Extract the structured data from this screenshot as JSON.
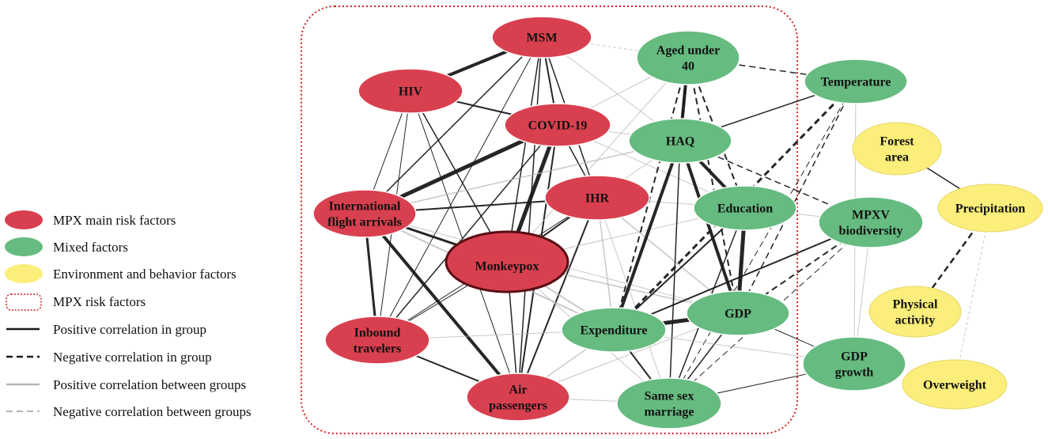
{
  "colors": {
    "main": "#d9404f",
    "mixed": "#66bb80",
    "env": "#fbee7a",
    "boundary": "#d42020",
    "line_in": "#1a1a1a",
    "line_between": "#b5b5b5"
  },
  "legend": {
    "main": "MPX main risk factors",
    "mixed": "Mixed factors",
    "env": "Environment and behavior factors",
    "boundary": "MPX risk factors",
    "pos_in": "Positive correlation in group",
    "neg_in": "Negative correlation in group",
    "pos_between": "Positive correlation between groups",
    "neg_between": "Negative correlation between groups"
  },
  "nodes": [
    {
      "id": "msm",
      "group": "main",
      "lines": [
        "MSM"
      ]
    },
    {
      "id": "hiv",
      "group": "main",
      "lines": [
        "HIV"
      ]
    },
    {
      "id": "covid",
      "group": "main",
      "lines": [
        "COVID-19"
      ]
    },
    {
      "id": "ihr",
      "group": "main",
      "lines": [
        "IHR"
      ]
    },
    {
      "id": "intl",
      "group": "main",
      "lines": [
        "International",
        "flight arrivals"
      ]
    },
    {
      "id": "monkeypox",
      "group": "center",
      "lines": [
        "Monkeypox"
      ]
    },
    {
      "id": "inbound",
      "group": "main",
      "lines": [
        "Inbound",
        "travelers"
      ]
    },
    {
      "id": "air",
      "group": "main",
      "lines": [
        "Air",
        "passengers"
      ]
    },
    {
      "id": "aged",
      "group": "mixed",
      "lines": [
        "Aged under",
        "40"
      ]
    },
    {
      "id": "haq",
      "group": "mixed",
      "lines": [
        "HAQ"
      ]
    },
    {
      "id": "education",
      "group": "mixed",
      "lines": [
        "Education"
      ]
    },
    {
      "id": "expenditure",
      "group": "mixed",
      "lines": [
        "Expenditure"
      ]
    },
    {
      "id": "gdp",
      "group": "mixed",
      "lines": [
        "GDP"
      ]
    },
    {
      "id": "samesex",
      "group": "mixed",
      "lines": [
        "Same  sex",
        "marriage"
      ]
    },
    {
      "id": "temperature",
      "group": "mixed",
      "lines": [
        "Temperature"
      ]
    },
    {
      "id": "mpxv",
      "group": "mixed",
      "lines": [
        "MPXV",
        "biodiversity"
      ]
    },
    {
      "id": "gdpgrowth",
      "group": "mixed",
      "lines": [
        "GDP",
        "growth"
      ]
    },
    {
      "id": "forest",
      "group": "env",
      "lines": [
        "Forest",
        "area"
      ]
    },
    {
      "id": "precip",
      "group": "env",
      "lines": [
        "Precipitation"
      ]
    },
    {
      "id": "physical",
      "group": "env",
      "lines": [
        "Physical",
        "activity"
      ]
    },
    {
      "id": "overweight",
      "group": "env",
      "lines": [
        "Overweight"
      ]
    }
  ],
  "edges": [
    {
      "a": "msm",
      "b": "hiv",
      "kind": "pos_in",
      "w": 4
    },
    {
      "a": "msm",
      "b": "covid",
      "kind": "pos_in",
      "w": 2
    },
    {
      "a": "msm",
      "b": "intl",
      "kind": "pos_in",
      "w": 1.5
    },
    {
      "a": "msm",
      "b": "monkeypox",
      "kind": "pos_in",
      "w": 1.5
    },
    {
      "a": "msm",
      "b": "air",
      "kind": "pos_in",
      "w": 1.5
    },
    {
      "a": "msm",
      "b": "ihr",
      "kind": "pos_in",
      "w": 1.5
    },
    {
      "a": "msm",
      "b": "inbound",
      "kind": "pos_in",
      "w": 1
    },
    {
      "a": "hiv",
      "b": "covid",
      "kind": "pos_in",
      "w": 2
    },
    {
      "a": "hiv",
      "b": "intl",
      "kind": "pos_in",
      "w": 1
    },
    {
      "a": "hiv",
      "b": "monkeypox",
      "kind": "pos_in",
      "w": 1.5
    },
    {
      "a": "hiv",
      "b": "inbound",
      "kind": "pos_in",
      "w": 1
    },
    {
      "a": "hiv",
      "b": "air",
      "kind": "pos_in",
      "w": 1
    },
    {
      "a": "covid",
      "b": "intl",
      "kind": "pos_in",
      "w": 5
    },
    {
      "a": "covid",
      "b": "monkeypox",
      "kind": "pos_in",
      "w": 5
    },
    {
      "a": "covid",
      "b": "air",
      "kind": "pos_in",
      "w": 2
    },
    {
      "a": "covid",
      "b": "inbound",
      "kind": "pos_in",
      "w": 1.5
    },
    {
      "a": "covid",
      "b": "ihr",
      "kind": "pos_in",
      "w": 1.5
    },
    {
      "a": "ihr",
      "b": "intl",
      "kind": "pos_in",
      "w": 2
    },
    {
      "a": "ihr",
      "b": "monkeypox",
      "kind": "pos_in",
      "w": 2
    },
    {
      "a": "ihr",
      "b": "air",
      "kind": "pos_in",
      "w": 2
    },
    {
      "a": "ihr",
      "b": "inbound",
      "kind": "pos_in",
      "w": 1
    },
    {
      "a": "intl",
      "b": "monkeypox",
      "kind": "pos_in",
      "w": 3
    },
    {
      "a": "intl",
      "b": "inbound",
      "kind": "pos_in",
      "w": 3
    },
    {
      "a": "intl",
      "b": "air",
      "kind": "pos_in",
      "w": 4
    },
    {
      "a": "monkeypox",
      "b": "inbound",
      "kind": "pos_in",
      "w": 1
    },
    {
      "a": "monkeypox",
      "b": "air",
      "kind": "pos_in",
      "w": 1.5
    },
    {
      "a": "inbound",
      "b": "air",
      "kind": "pos_in",
      "w": 2
    },
    {
      "a": "intl",
      "b": "haq",
      "kind": "pos_between",
      "w": 1.5
    },
    {
      "a": "intl",
      "b": "expenditure",
      "kind": "pos_between",
      "w": 2
    },
    {
      "a": "monkeypox",
      "b": "expenditure",
      "kind": "pos_between",
      "w": 2
    },
    {
      "a": "monkeypox",
      "b": "gdp",
      "kind": "pos_between",
      "w": 1.5
    },
    {
      "a": "monkeypox",
      "b": "education",
      "kind": "pos_between",
      "w": 1
    },
    {
      "a": "monkeypox",
      "b": "samesex",
      "kind": "pos_between",
      "w": 1
    },
    {
      "a": "monkeypox",
      "b": "aged",
      "kind": "pos_between",
      "w": 1
    },
    {
      "a": "ihr",
      "b": "haq",
      "kind": "pos_between",
      "w": 1
    },
    {
      "a": "ihr",
      "b": "education",
      "kind": "pos_between",
      "w": 1
    },
    {
      "a": "ihr",
      "b": "expenditure",
      "kind": "pos_between",
      "w": 1.5
    },
    {
      "a": "ihr",
      "b": "gdp",
      "kind": "pos_between",
      "w": 1.5
    },
    {
      "a": "ihr",
      "b": "samesex",
      "kind": "pos_between",
      "w": 1
    },
    {
      "a": "covid",
      "b": "haq",
      "kind": "pos_between",
      "w": 1
    },
    {
      "a": "covid",
      "b": "aged",
      "kind": "pos_between",
      "w": 1
    },
    {
      "a": "covid",
      "b": "education",
      "kind": "pos_between",
      "w": 1
    },
    {
      "a": "msm",
      "b": "aged",
      "kind": "neg_between",
      "w": 1
    },
    {
      "a": "msm",
      "b": "haq",
      "kind": "pos_between",
      "w": 1
    },
    {
      "a": "air",
      "b": "expenditure",
      "kind": "pos_between",
      "w": 1.5
    },
    {
      "a": "air",
      "b": "gdp",
      "kind": "pos_between",
      "w": 1
    },
    {
      "a": "air",
      "b": "samesex",
      "kind": "pos_between",
      "w": 1
    },
    {
      "a": "inbound",
      "b": "expenditure",
      "kind": "pos_between",
      "w": 1
    },
    {
      "a": "intl",
      "b": "gdp",
      "kind": "pos_between",
      "w": 1
    },
    {
      "a": "haq",
      "b": "aged",
      "kind": "pos_in",
      "w": 4
    },
    {
      "a": "haq",
      "b": "expenditure",
      "kind": "pos_in",
      "w": 4
    },
    {
      "a": "haq",
      "b": "education",
      "kind": "pos_in",
      "w": 4
    },
    {
      "a": "haq",
      "b": "gdp",
      "kind": "pos_in",
      "w": 4
    },
    {
      "a": "haq",
      "b": "temperature",
      "kind": "pos_in",
      "w": 1.5
    },
    {
      "a": "haq",
      "b": "samesex",
      "kind": "pos_in",
      "w": 1.5
    },
    {
      "a": "haq",
      "b": "mpxv",
      "kind": "neg_in",
      "w": 1.5
    },
    {
      "a": "aged",
      "b": "temperature",
      "kind": "neg_in",
      "w": 1.5
    },
    {
      "a": "aged",
      "b": "expenditure",
      "kind": "neg_in",
      "w": 2
    },
    {
      "a": "aged",
      "b": "education",
      "kind": "neg_in",
      "w": 2
    },
    {
      "a": "aged",
      "b": "gdp",
      "kind": "neg_in",
      "w": 2
    },
    {
      "a": "aged",
      "b": "haq",
      "kind": "neg_in",
      "w": 3
    },
    {
      "a": "education",
      "b": "gdp",
      "kind": "pos_in",
      "w": 5
    },
    {
      "a": "education",
      "b": "expenditure",
      "kind": "pos_in",
      "w": 2
    },
    {
      "a": "education",
      "b": "mpxv",
      "kind": "pos_between",
      "w": 1
    },
    {
      "a": "education",
      "b": "samesex",
      "kind": "pos_in",
      "w": 1.5
    },
    {
      "a": "expenditure",
      "b": "gdp",
      "kind": "pos_in",
      "w": 5
    },
    {
      "a": "expenditure",
      "b": "samesex",
      "kind": "pos_in",
      "w": 2
    },
    {
      "a": "expenditure",
      "b": "mpxv",
      "kind": "pos_in",
      "w": 2
    },
    {
      "a": "expenditure",
      "b": "temperature",
      "kind": "neg_in",
      "w": 3
    },
    {
      "a": "gdp",
      "b": "samesex",
      "kind": "pos_in",
      "w": 1.5
    },
    {
      "a": "gdp",
      "b": "mpxv",
      "kind": "neg_in",
      "w": 2
    },
    {
      "a": "gdp",
      "b": "gdpgrowth",
      "kind": "pos_in",
      "w": 1
    },
    {
      "a": "gdp",
      "b": "temperature",
      "kind": "neg_in",
      "w": 1.5
    },
    {
      "a": "samesex",
      "b": "mpxv",
      "kind": "neg_in",
      "w": 1
    },
    {
      "a": "samesex",
      "b": "gdpgrowth",
      "kind": "pos_in",
      "w": 1
    },
    {
      "a": "temperature",
      "b": "gdpgrowth",
      "kind": "pos_between",
      "w": 1
    },
    {
      "a": "temperature",
      "b": "samesex",
      "kind": "neg_in",
      "w": 1
    },
    {
      "a": "mpxv",
      "b": "gdpgrowth",
      "kind": "pos_between",
      "w": 1
    },
    {
      "a": "expenditure",
      "b": "gdpgrowth",
      "kind": "pos_between",
      "w": 1
    },
    {
      "a": "forest",
      "b": "precip",
      "kind": "pos_in",
      "w": 1.5
    },
    {
      "a": "precip",
      "b": "physical",
      "kind": "neg_in",
      "w": 2.5
    },
    {
      "a": "precip",
      "b": "overweight",
      "kind": "neg_between",
      "w": 1
    }
  ]
}
